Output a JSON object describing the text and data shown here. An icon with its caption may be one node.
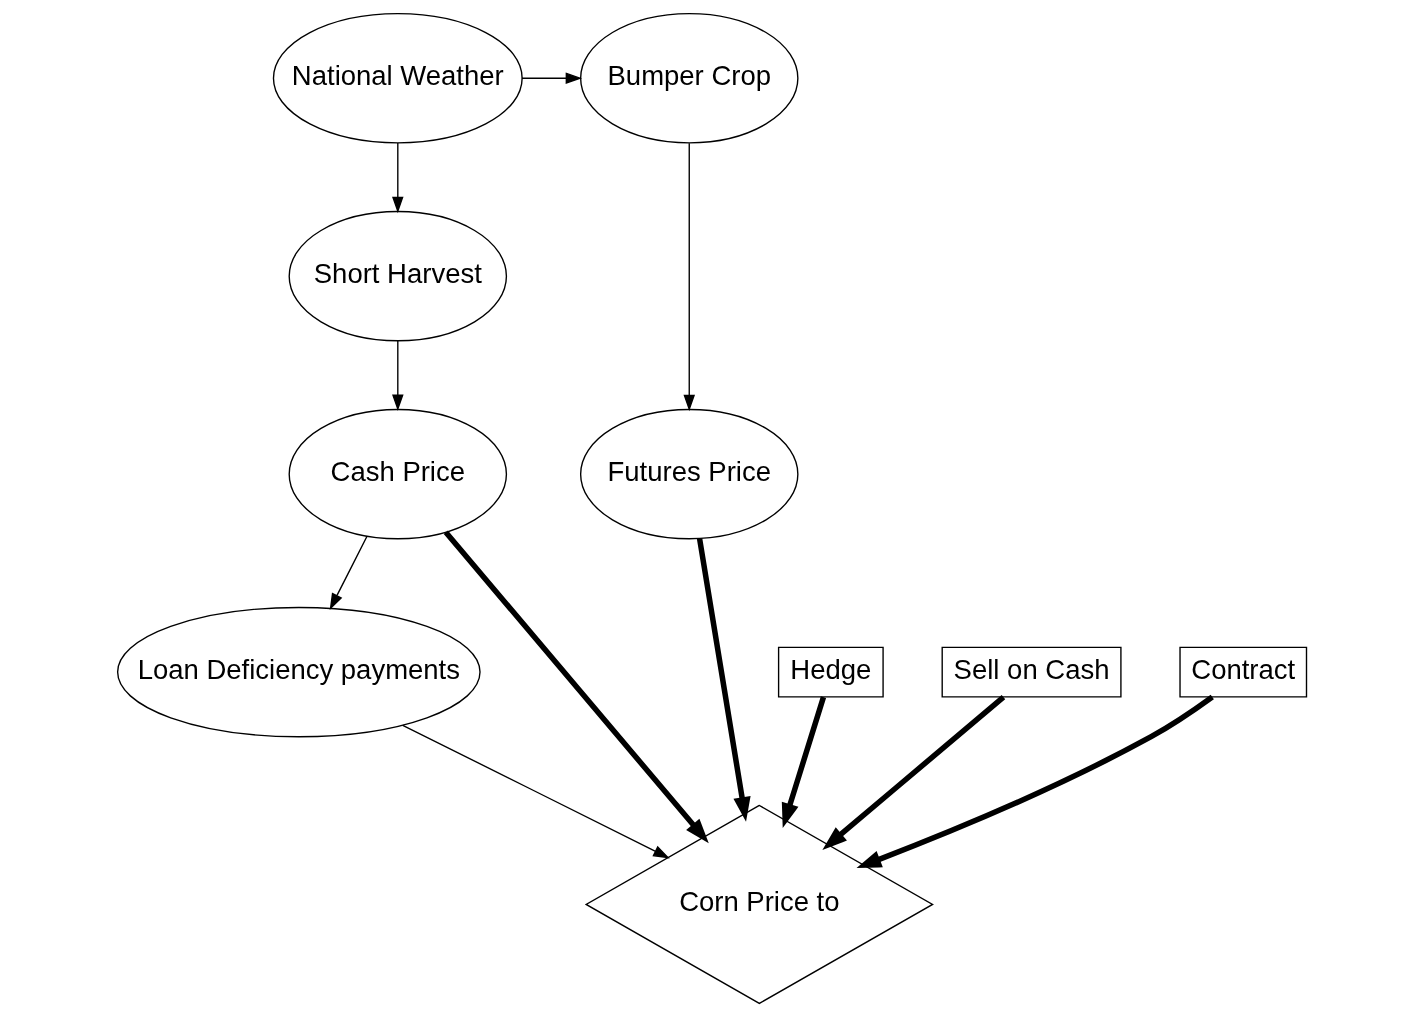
{
  "diagram": {
    "nodes": [
      {
        "text": [
          "National Weather"
        ]
      },
      {
        "text": [
          "Bumper Crop"
        ]
      },
      {
        "text": [
          "Short Harvest"
        ]
      },
      {
        "text": [
          "Futures Price"
        ]
      },
      {
        "text": [
          "Cash Price"
        ]
      },
      {
        "text": [
          "Hedge"
        ]
      },
      {
        "text": [
          "Sell on Cash"
        ]
      },
      {
        "text": [
          "Contract"
        ]
      },
      {
        "text": [
          "Loan Deficiency payments"
        ]
      },
      {
        "text": [
          "Corn Price to"
        ]
      }
    ],
    "edges": [
      {
        "from": 0,
        "to": 1,
        "arrow": "to"
      },
      {
        "from": 0,
        "to": 2,
        "arrow": "to"
      },
      {
        "from": 1,
        "to": 3,
        "arrow": "to"
      },
      {
        "from": 2,
        "to": 4,
        "arrow": "to"
      },
      {
        "from": 4,
        "to": 8,
        "arrow": "to"
      },
      {
        "from": 8,
        "to": 9,
        "arrow": "to"
      },
      {
        "from": 3,
        "to": 9,
        "arrow": "to",
        "style": "thick"
      },
      {
        "from": 4,
        "to": 9,
        "arrow": "to",
        "style": "thick"
      },
      {
        "from": 5,
        "to": 9,
        "arrow": "to",
        "style": "thick"
      },
      {
        "from": 6,
        "to": 9,
        "arrow": "to",
        "style": "thick"
      },
      {
        "from": 7,
        "to": 9,
        "arrow": "to",
        "style": "thick"
      }
    ]
  }
}
